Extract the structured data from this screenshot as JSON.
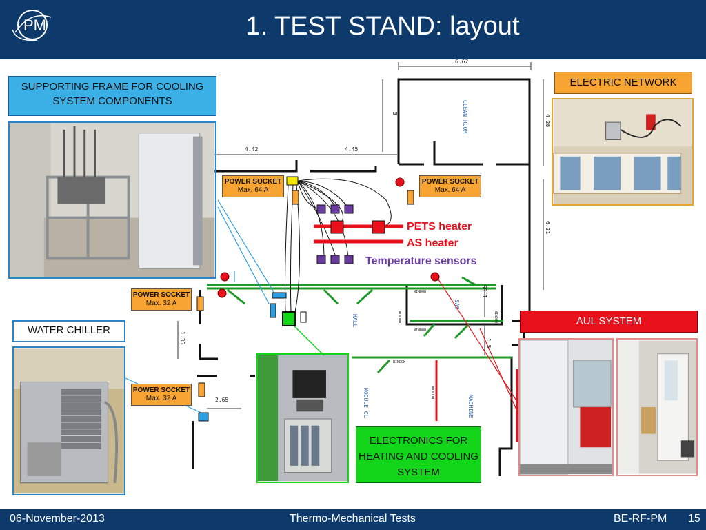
{
  "header": {
    "title": "1. TEST STAND: layout",
    "logo_text": "PM",
    "background": "#0d3a6b"
  },
  "labels": {
    "supporting_frame": "SUPPORTING FRAME FOR COOLING SYSTEM COMPONENTS",
    "water_chiller": "WATER CHILLER",
    "electric_network": "ELECTRIC NETWORK",
    "aul_system": "AUL SYSTEM",
    "electronics": "ELECTRONICS FOR HEATING AND COOLING SYSTEM"
  },
  "sockets": [
    {
      "title": "POWER SOCKET",
      "value": "Max. 64 A"
    },
    {
      "title": "POWER SOCKET",
      "value": "Max. 64 A"
    },
    {
      "title": "POWER SOCKET",
      "value": "Max. 32 A"
    },
    {
      "title": "POWER SOCKET",
      "value": "Max. 32 A"
    }
  ],
  "legend": {
    "pets_heater": "PETS heater",
    "as_heater": "AS heater",
    "temperature_sensors": "Temperature sensors"
  },
  "plan_labels": {
    "dim_662": "6.62",
    "dim_3": "3",
    "dim_428": "4.28",
    "dim_442": "4.42",
    "dim_445": "4.45",
    "dim_621": "6.21",
    "dim_185": "1.85",
    "dim_135": "1.35",
    "dim_15": "1.5",
    "dim_265": "2.65",
    "clean_room": "CLEAN ROOM",
    "hall": "HALL",
    "window_1": "WINDOW",
    "window_2": "WINDOW",
    "window_3": "WINDOW",
    "window_4": "WINDOW",
    "window_5": "WINDOW",
    "window_6": "WINDOW",
    "module_cl": "MODULE CL",
    "machine": "MACHINE",
    "sas": "SAS"
  },
  "footer": {
    "date": "06-November-2013",
    "center": "Thermo-Mechanical Tests",
    "group": "BE-RF-PM",
    "page": "15"
  },
  "colors": {
    "accent_blue": "#3ab0e6",
    "orange": "#f7a432",
    "red": "#e8101a",
    "green": "#13d61b",
    "purple": "#6a3ca0",
    "wall": "#111111",
    "window_green": "#1f9a2a"
  }
}
